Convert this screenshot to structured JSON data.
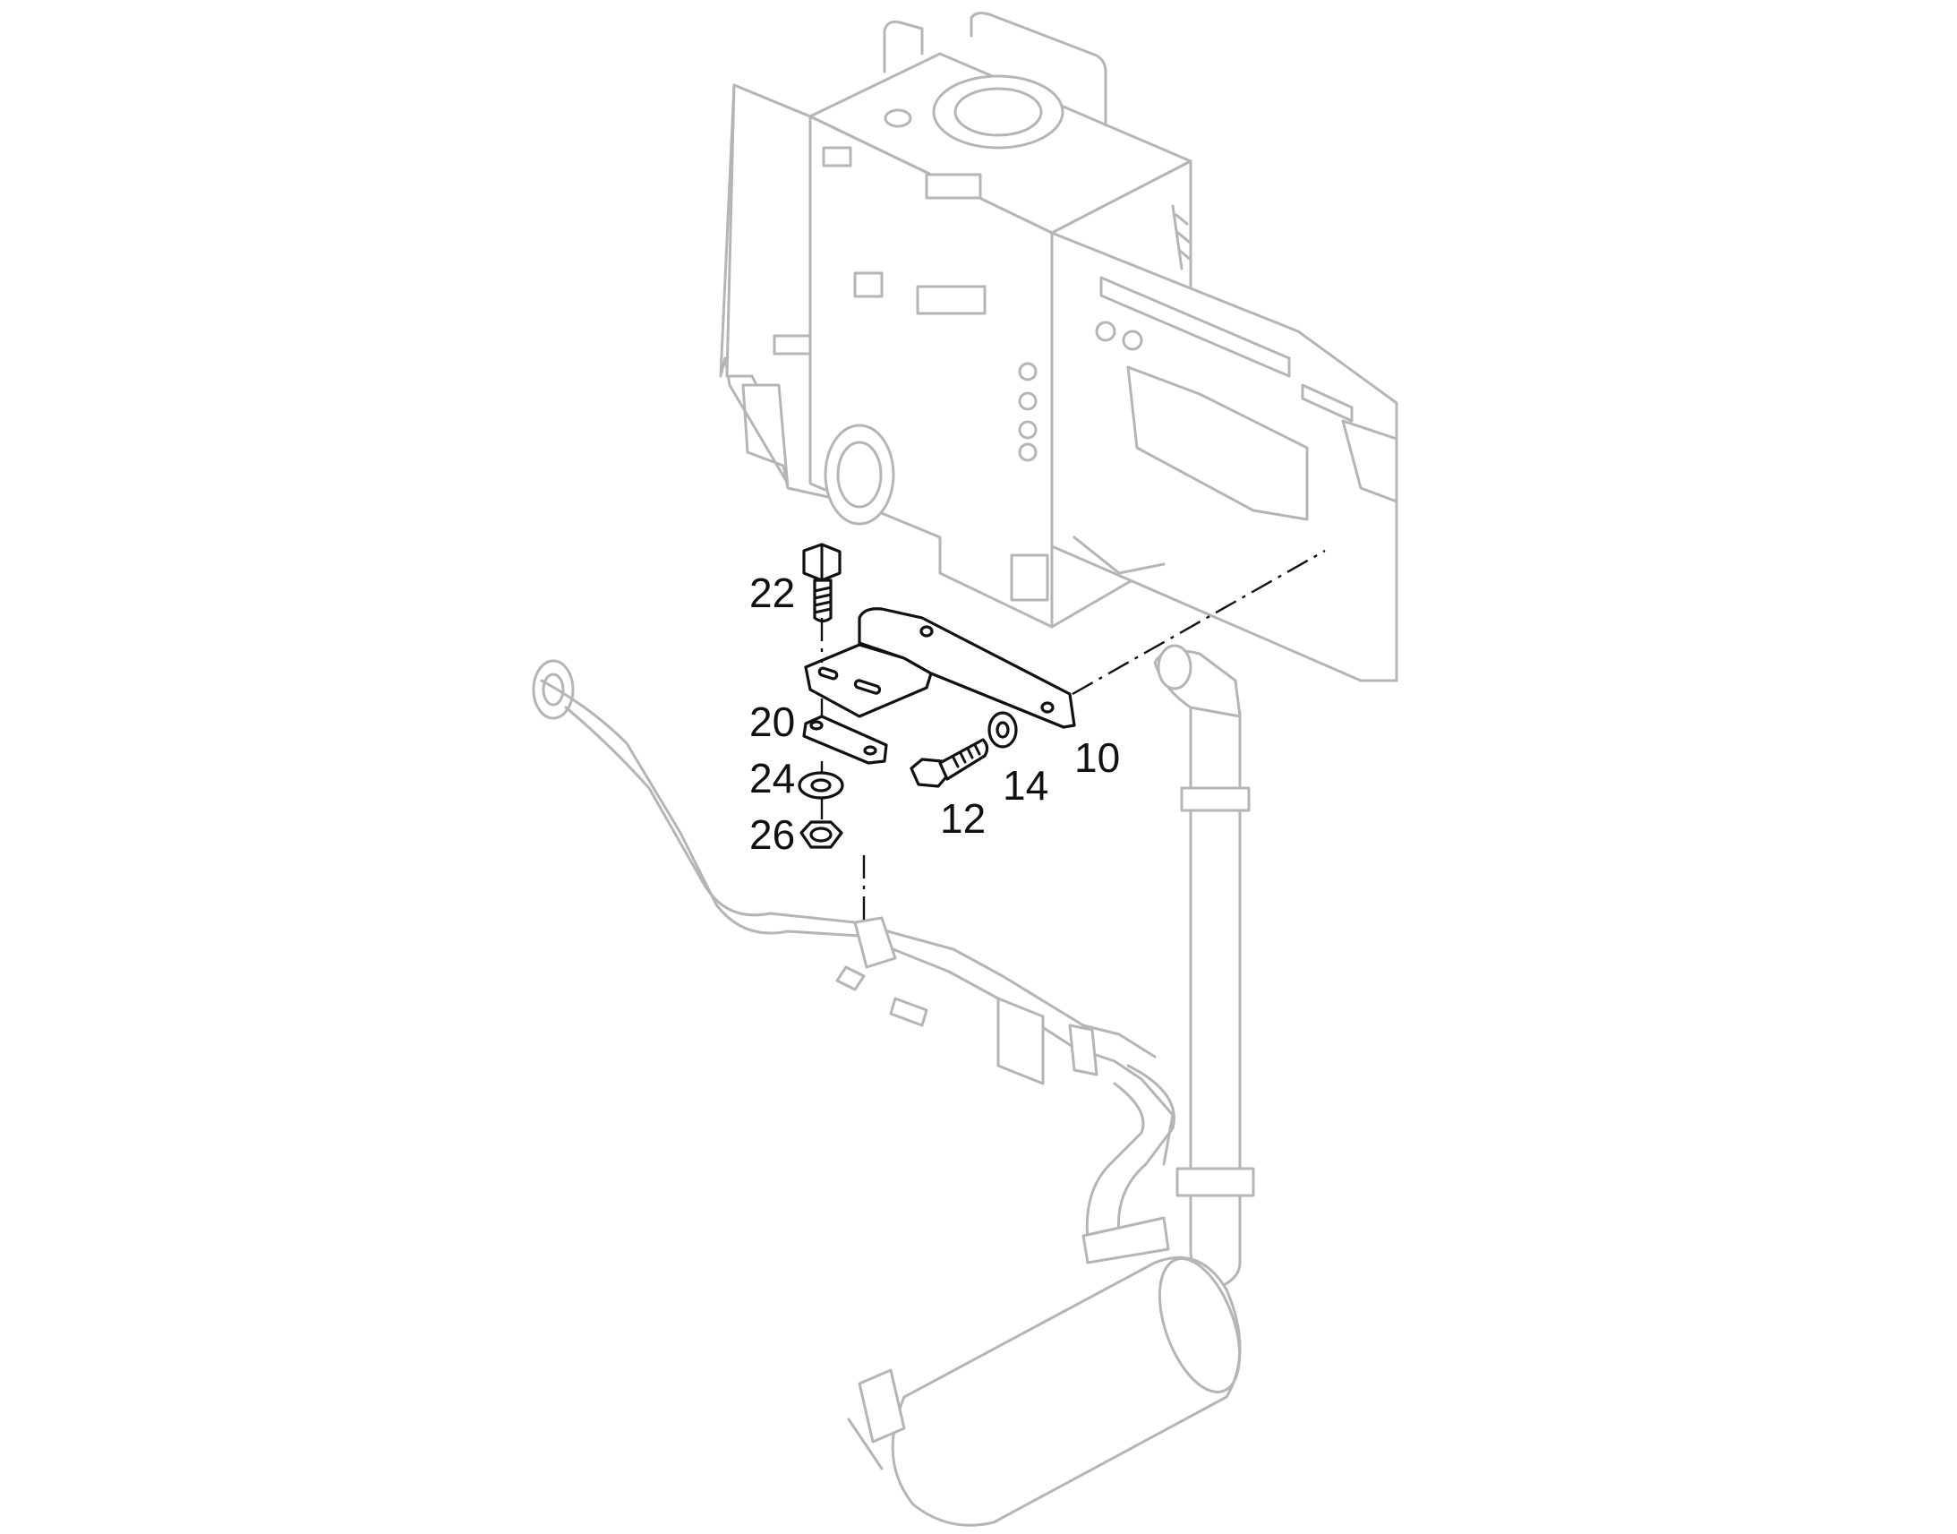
{
  "callouts": [
    {
      "id": "10",
      "text": "10"
    },
    {
      "id": "12",
      "text": "12"
    },
    {
      "id": "14",
      "text": "14"
    },
    {
      "id": "20",
      "text": "20"
    },
    {
      "id": "22",
      "text": "22"
    },
    {
      "id": "24",
      "text": "24"
    },
    {
      "id": "26",
      "text": "26"
    }
  ],
  "colors": {
    "highlighted_part": "#111111",
    "context_part": "#b5b5b5",
    "background": "#ffffff"
  }
}
